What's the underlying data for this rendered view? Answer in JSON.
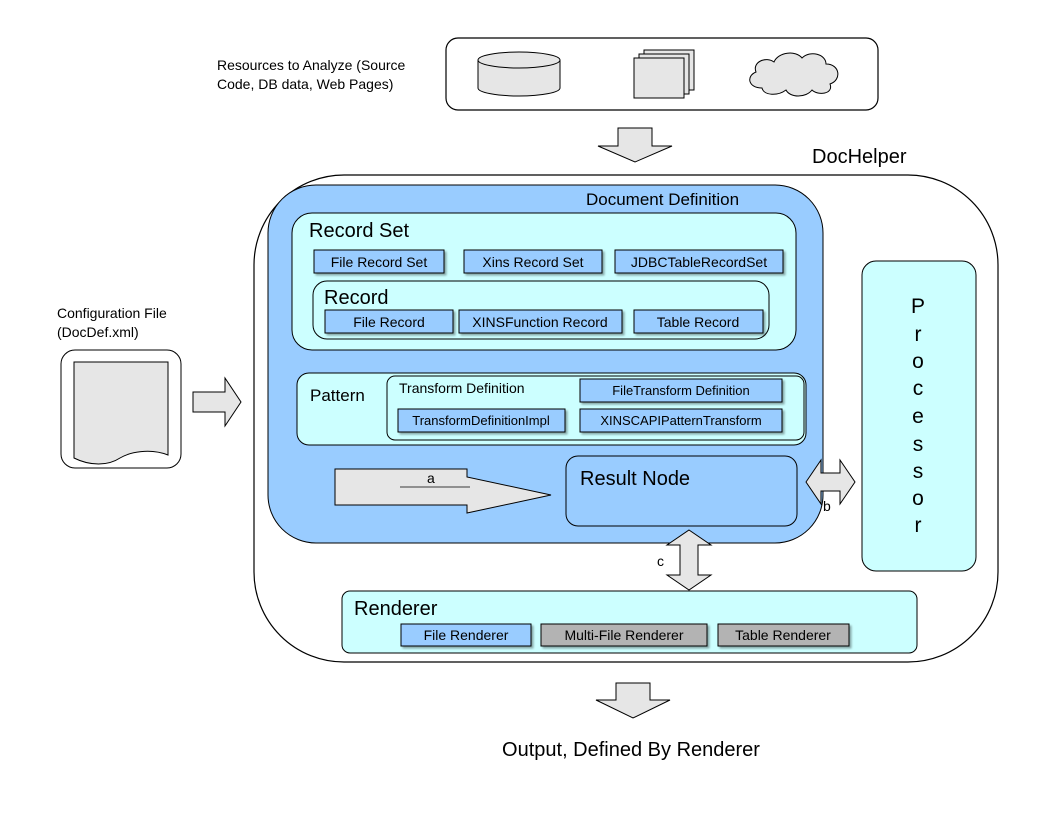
{
  "resources": {
    "label_line1": "Resources to Analyze (Source",
    "label_line2": "Code, DB data, Web Pages)",
    "icons": [
      "database-icon",
      "documents-icon",
      "cloud-icon"
    ]
  },
  "dochelper": {
    "title": "DocHelper"
  },
  "config": {
    "label_line1": "Configuration File",
    "label_line2": "(DocDef.xml)",
    "icon": "document-icon"
  },
  "document_definition": {
    "title": "Document Definition",
    "record_set": {
      "title": "Record Set",
      "items": [
        "File Record Set",
        "Xins Record Set",
        "JDBCTableRecordSet"
      ],
      "record": {
        "title": "Record",
        "items": [
          "File Record",
          "XINSFunction Record",
          "Table Record"
        ]
      }
    },
    "pattern": {
      "title": "Pattern",
      "transform_definition": {
        "title": "Transform  Definition",
        "items": [
          "FileTransform Definition",
          "TransformDefinitionImpl",
          "XINSCAPIPatternTransform"
        ]
      }
    },
    "result_node": {
      "title": "Result Node"
    }
  },
  "processor": {
    "label": "Processor"
  },
  "renderer": {
    "title": "Renderer",
    "items": [
      "File Renderer",
      "Multi-File Renderer",
      "Table Renderer"
    ]
  },
  "arrows": {
    "a": "a",
    "b": "b",
    "c": "c"
  },
  "output": {
    "label": "Output, Defined By Renderer"
  },
  "colors": {
    "doc_def_fill": "#99ccff",
    "cyan_fill": "#ccffff",
    "item_fill": "#99ccff",
    "gray_item_fill": "#b3b3b3",
    "arrow_fill": "#e6e6e6",
    "icon_fill": "#e6e6e6"
  }
}
